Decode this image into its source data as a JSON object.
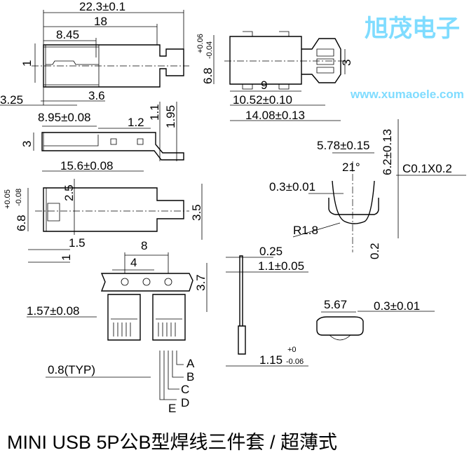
{
  "title": "MINI USB 5P公B型焊线三件套 / 超薄式",
  "watermark": {
    "cn": "旭茂电子",
    "url": "www.xumaoele.com",
    "color": "#7fdcff"
  },
  "top_view": {
    "overall": "22.3±0.1",
    "len18": "18",
    "len845": "8.45",
    "h1": "1",
    "d325": "3.25",
    "d36": "3.6"
  },
  "side_view": {
    "d895": "8.95±0.08",
    "d12": "1.2",
    "d11": "1.1",
    "d195": "1.95",
    "h3": "3",
    "d156": "15.6±0.08"
  },
  "end_view": {
    "h68": "6.8",
    "tol_plus": "+0.06",
    "tol_minus": "-0.04",
    "w3": "3",
    "d9": "9",
    "d1052": "10.52±0.10",
    "d1408": "14.08±0.13"
  },
  "bottom_view": {
    "h68": "6.8",
    "tol_plus": "+0.05",
    "tol_minus": "-0.08",
    "d25": "2.5",
    "d35": "3.5",
    "d15": "1.5",
    "d1": "1"
  },
  "clip_view": {
    "d578": "5.78±0.15",
    "d62": "6.2±0.13",
    "angle": "21°",
    "chamfer": "C0.1X0.2",
    "t03": "0.3±0.01",
    "r18": "R1.8",
    "d02": "0.2"
  },
  "contacts": {
    "d8": "8",
    "d4": "4",
    "d37": "3.7",
    "d157": "1.57±0.08",
    "pitch": "0.8(TYP)",
    "pins": [
      "A",
      "B",
      "C",
      "D",
      "E"
    ]
  },
  "pin_side": {
    "d025": "0.25",
    "d11": "1.1±0.05",
    "d115": "1.15",
    "tol_plus": "+0",
    "tol_minus": "-0.06"
  },
  "shell_end": {
    "d567": "5.67",
    "t03": "0.3±0.01"
  }
}
